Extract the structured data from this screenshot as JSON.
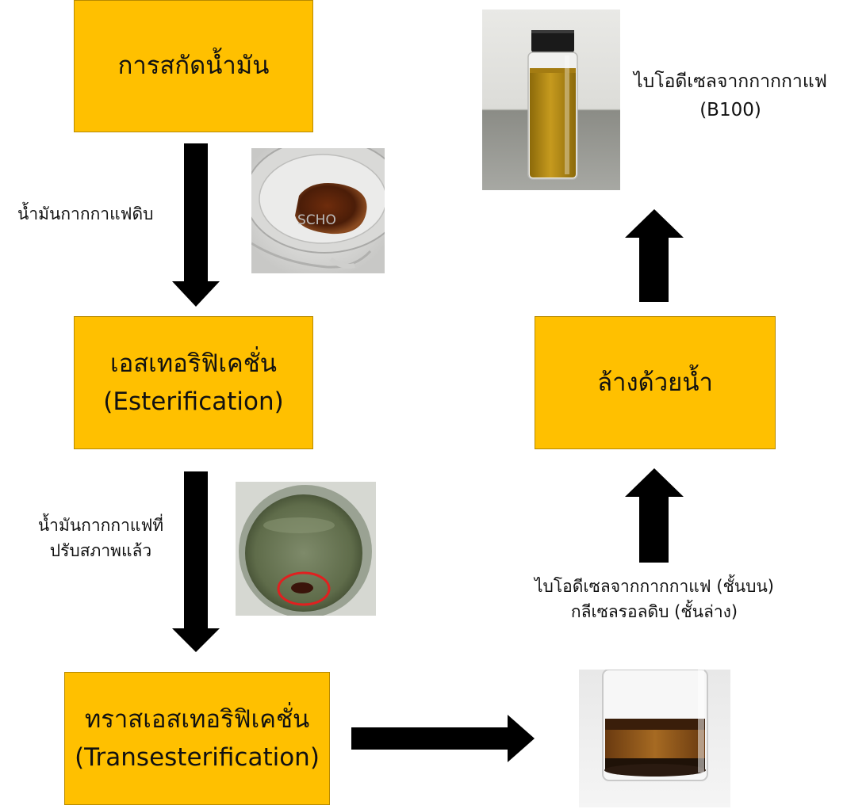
{
  "steps": {
    "extraction": "การสกัดน้ำมัน",
    "esterification_th": "เอสเทอริฟิเคชั่น",
    "esterification_en": "(Esterification)",
    "transesterification_th": "ทราสเอสเทอริฟิเคชั่น",
    "transesterification_en": "(Transesterification)",
    "washing": "ล้างด้วยน้ำ"
  },
  "labels": {
    "raw_oil": "น้ำมันกากกาแฟดิบ",
    "treated_oil_1": "น้ำมันกากกาแฟที่",
    "treated_oil_2": "ปรับสภาพแล้ว",
    "layers_1": "ไบโอดีเซลจากกากกาแฟ (ชั้นบน)",
    "layers_2": "กลีเซลรอลดิบ (ชั้นล่าง)",
    "product_1": "ไบโอดีเซลจากกากกาแฟ",
    "product_2": "(B100)"
  },
  "colors": {
    "box_fill": "#FFC000",
    "arrow": "#000000",
    "highlight_ring": "#E02020"
  },
  "photos": {
    "raw_oil_dish": {
      "text": "SCHO"
    }
  }
}
